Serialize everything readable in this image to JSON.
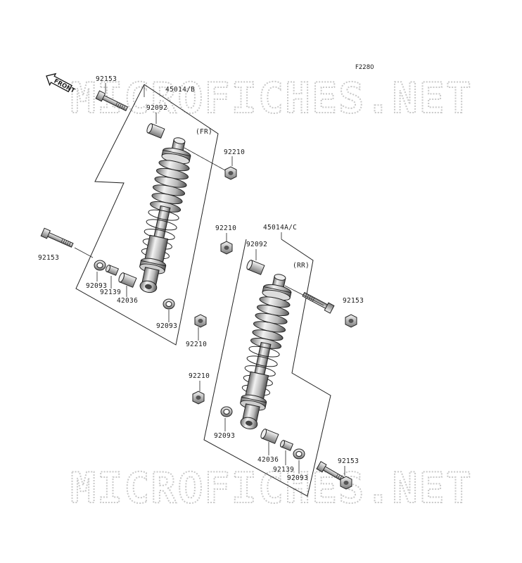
{
  "figure_code": "F2280",
  "front_arrow_text": "FRONT",
  "watermark": "MICROFICHES.NET",
  "front_shock": {
    "assembly_label": "45014/B",
    "position_label": "(FR)",
    "parts": {
      "upper_bolt": "92153",
      "upper_bushing": "92092",
      "upper_nut": "92210",
      "lower_bolt": "92153",
      "washer_left": "92093",
      "collar": "92139",
      "lower_bushing": "42036",
      "washer_right": "92093",
      "lower_nut": "92210"
    }
  },
  "rear_shock": {
    "assembly_label": "45014A/C",
    "position_label": "(RR)",
    "parts": {
      "upper_nut": "92210",
      "upper_bushing": "92092",
      "upper_bolt": "92153",
      "lower_nut": "92210",
      "washer_left": "92093",
      "lower_bushing": "42036",
      "collar": "92139",
      "washer_right": "92093",
      "lower_bolt": "92153"
    }
  }
}
